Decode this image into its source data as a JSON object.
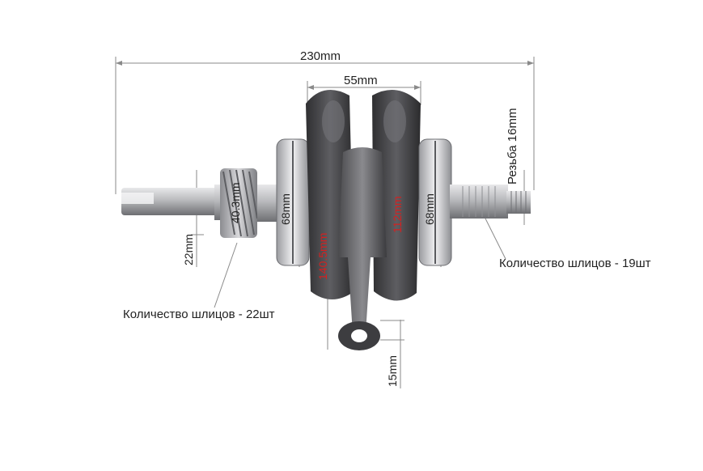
{
  "dimensions": {
    "total_length": "230mm",
    "crank_width": "55mm",
    "bearing_left": "68mm",
    "bearing_right": "68mm",
    "journal_dia": "22mm",
    "gear_dia": "40.3mm",
    "connecting_rod_length": "140.5mm",
    "crank_inner": "112mm",
    "pin_hole": "15mm",
    "thread": "Резьба 16mm"
  },
  "callouts": {
    "splines_left": "Количество шлицов - 22шт",
    "splines_right": "Количество шлицов - 19шт"
  },
  "colors": {
    "dimension_line": "#8a8a8a",
    "highlight_text": "#d42020",
    "metal_dark": "#3d3d3f",
    "metal_light": "#c8c8cc"
  },
  "icons": {
    "part": "crankshaft-photo"
  }
}
